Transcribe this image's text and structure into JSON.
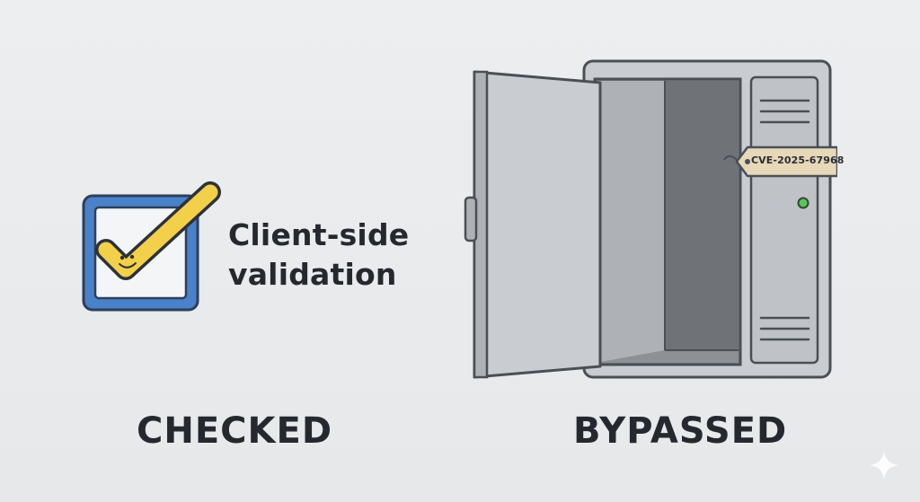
{
  "checkbox_label": {
    "line1": "Client-side",
    "line2": "validation"
  },
  "captions": {
    "left": "CHECKED",
    "right": "BYPASSED"
  },
  "vault_tag": "CVE-2025-67968",
  "colors": {
    "background": "#e8eaec",
    "checkbox_border": "#4a82c9",
    "checkmark": "#f2d04a",
    "vault_body": "#c9ccd0",
    "vault_outline": "#4a4f56",
    "indicator_light": "#5cc45c",
    "text": "#25292f"
  },
  "icons": [
    "checkbox-icon",
    "smiley-checkmark-icon",
    "open-vault-icon",
    "sparkle-icon"
  ]
}
